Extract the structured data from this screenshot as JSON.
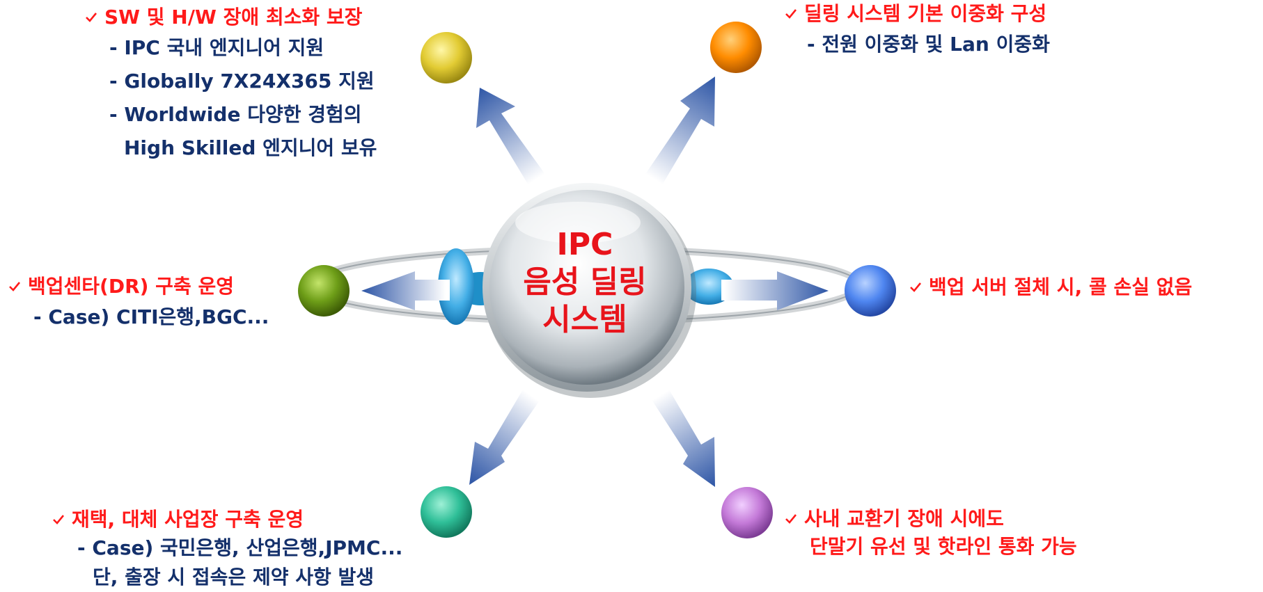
{
  "center": {
    "line1": "IPC",
    "line2": "음성 딜링",
    "line3": "시스템"
  },
  "blocks": {
    "top_left": {
      "head": "SW 및 H/W 장애 최소화 보장",
      "items": [
        "- IPC 국내 엔지니어 지원",
        "- Globally 7X24X365 지원",
        "- Worldwide 다양한 경험의",
        "High Skilled 엔지니어 보유"
      ]
    },
    "top_right": {
      "head": "딜링 시스템 기본 이중화 구성",
      "items": [
        "- 전원 이중화 및 Lan 이중화"
      ]
    },
    "left": {
      "head": "백업센타(DR) 구축 운영",
      "items": [
        "- Case) CITI은행,BGC..."
      ]
    },
    "right": {
      "head": "백업 서버 절체 시, 콜 손실 없음"
    },
    "bottom_left": {
      "head": "재택, 대체 사업장 구축 운영",
      "items": [
        "- Case) 국민은행, 산업은행,JPMC...",
        "단, 출장 시 접속은 제약 사항 발생"
      ]
    },
    "bottom_right": {
      "head": "사내 교환기 장애 시에도",
      "head2": "단말기 유선 및 핫라인 통화 가능"
    }
  },
  "colors": {
    "heading": "#ff1a1a",
    "subtext": "#14306b",
    "arrow": "#2e56a6",
    "node_top_left": "#e6d23c",
    "node_top_right": "#ff8c00",
    "node_left": "#6e9e18",
    "node_right": "#4f86f0",
    "node_bottom_left": "#2fbf98",
    "node_bottom_right": "#c47ad8"
  },
  "icons": {
    "check": "check-icon"
  }
}
